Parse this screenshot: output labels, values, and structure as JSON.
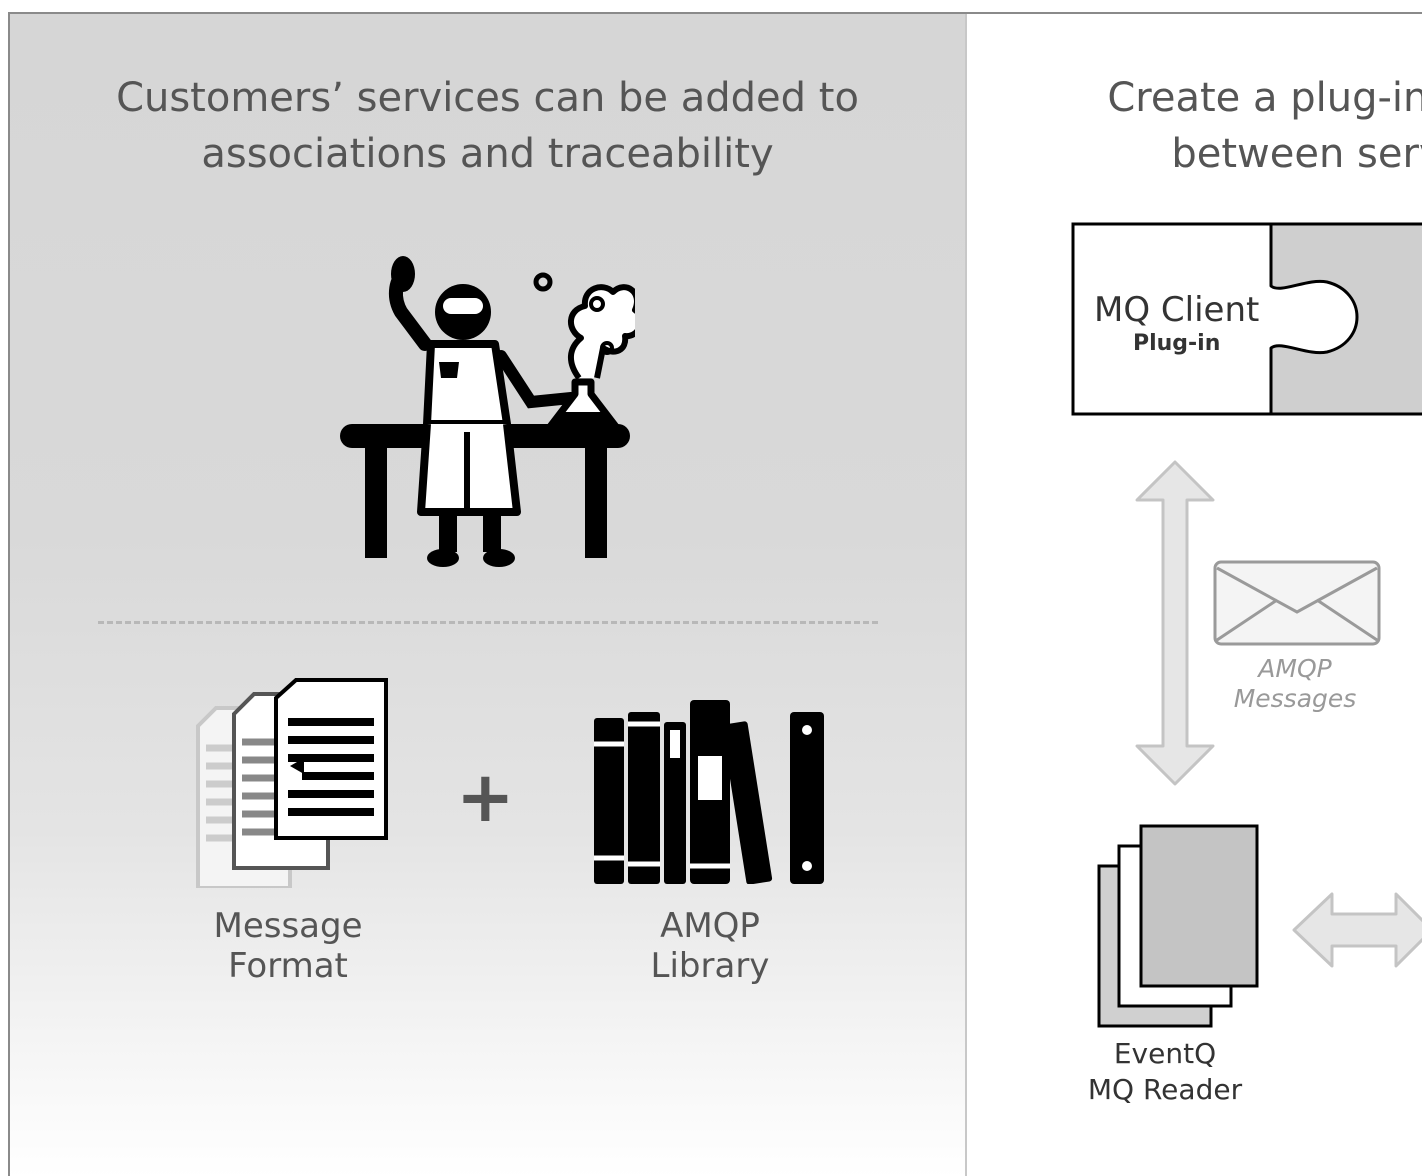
{
  "left": {
    "heading": "Customers’ services can be added to\nassociations and traceability",
    "message_format_label": "Message\nFormat",
    "plus_symbol": "+",
    "amqp_library_label": "AMQP\nLibrary",
    "icons": [
      "scientist-icon",
      "documents-icon",
      "books-icon"
    ]
  },
  "right": {
    "heading": "Create a plug-in tha\nbetween serv",
    "plugin": {
      "title": "MQ Client",
      "subtitle": "Plug-in"
    },
    "messages_label": "AMQP\nMessages",
    "reader_label": "EventQ\nMQ Reader",
    "icons": [
      "puzzle-icon",
      "double-arrow-icon",
      "envelope-icon",
      "stacked-pages-icon"
    ]
  },
  "colors": {
    "panel_gray": "#d6d6d6",
    "text": "#555555",
    "arrow_fill": "#e6e6e6"
  }
}
